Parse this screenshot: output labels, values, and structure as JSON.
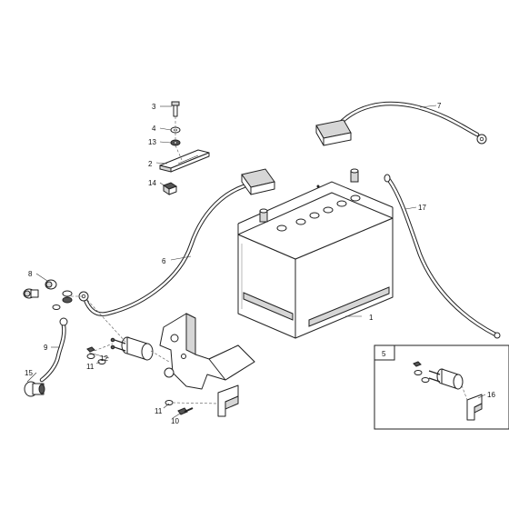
{
  "callouts": {
    "c1": "1",
    "c2": "2",
    "c3": "3",
    "c4": "4",
    "c5": "5",
    "c6": "6",
    "c7": "7",
    "c8": "8",
    "c9": "9",
    "c10": "10",
    "c11a": "11",
    "c11b": "11",
    "c12": "12",
    "c13": "13",
    "c14": "14",
    "c15": "15",
    "c16": "16",
    "c17": "17"
  },
  "detail_label": "5"
}
